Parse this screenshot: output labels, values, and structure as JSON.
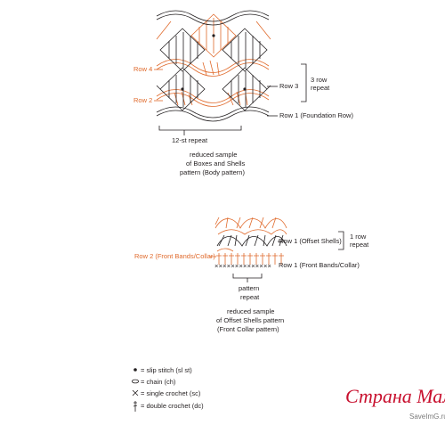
{
  "chart1": {
    "row4": "Row 4",
    "row2": "Row 2",
    "row3": "Row 3",
    "repeat_line1": "3 row",
    "repeat_line2": "repeat",
    "row1": "Row 1 (Foundation Row)",
    "st_repeat": "12-st repeat",
    "caption": [
      "reduced sample",
      "of Boxes and Shells",
      "pattern (Body pattern)"
    ]
  },
  "chart2": {
    "row1_shells": "Row 1 (Offset Shells)",
    "repeat_line1": "1 row",
    "repeat_line2": "repeat",
    "row2": "Row 2 (Front Bands/Collar)",
    "row1_bands": "Row 1 (Front Bands/Collar)",
    "pattern_repeat": [
      "pattern",
      "repeat"
    ],
    "caption": [
      "reduced sample",
      "of Offset Shells pattern",
      "(Front Collar pattern)"
    ]
  },
  "legend": [
    {
      "symbol": "slip-stitch",
      "text": "= slip stitch (sl st)"
    },
    {
      "symbol": "chain",
      "text": "= chain (ch)"
    },
    {
      "symbol": "single-crochet",
      "text": "= single crochet (sc)"
    },
    {
      "symbol": "double-crochet",
      "text": "= double crochet (dc)"
    }
  ],
  "watermark": {
    "title": "Страна Мам",
    "site": "SaveImG.ru"
  },
  "colors": {
    "ink": "#231f20",
    "accent": "#e06a2c",
    "watermark": "#c8102e"
  }
}
